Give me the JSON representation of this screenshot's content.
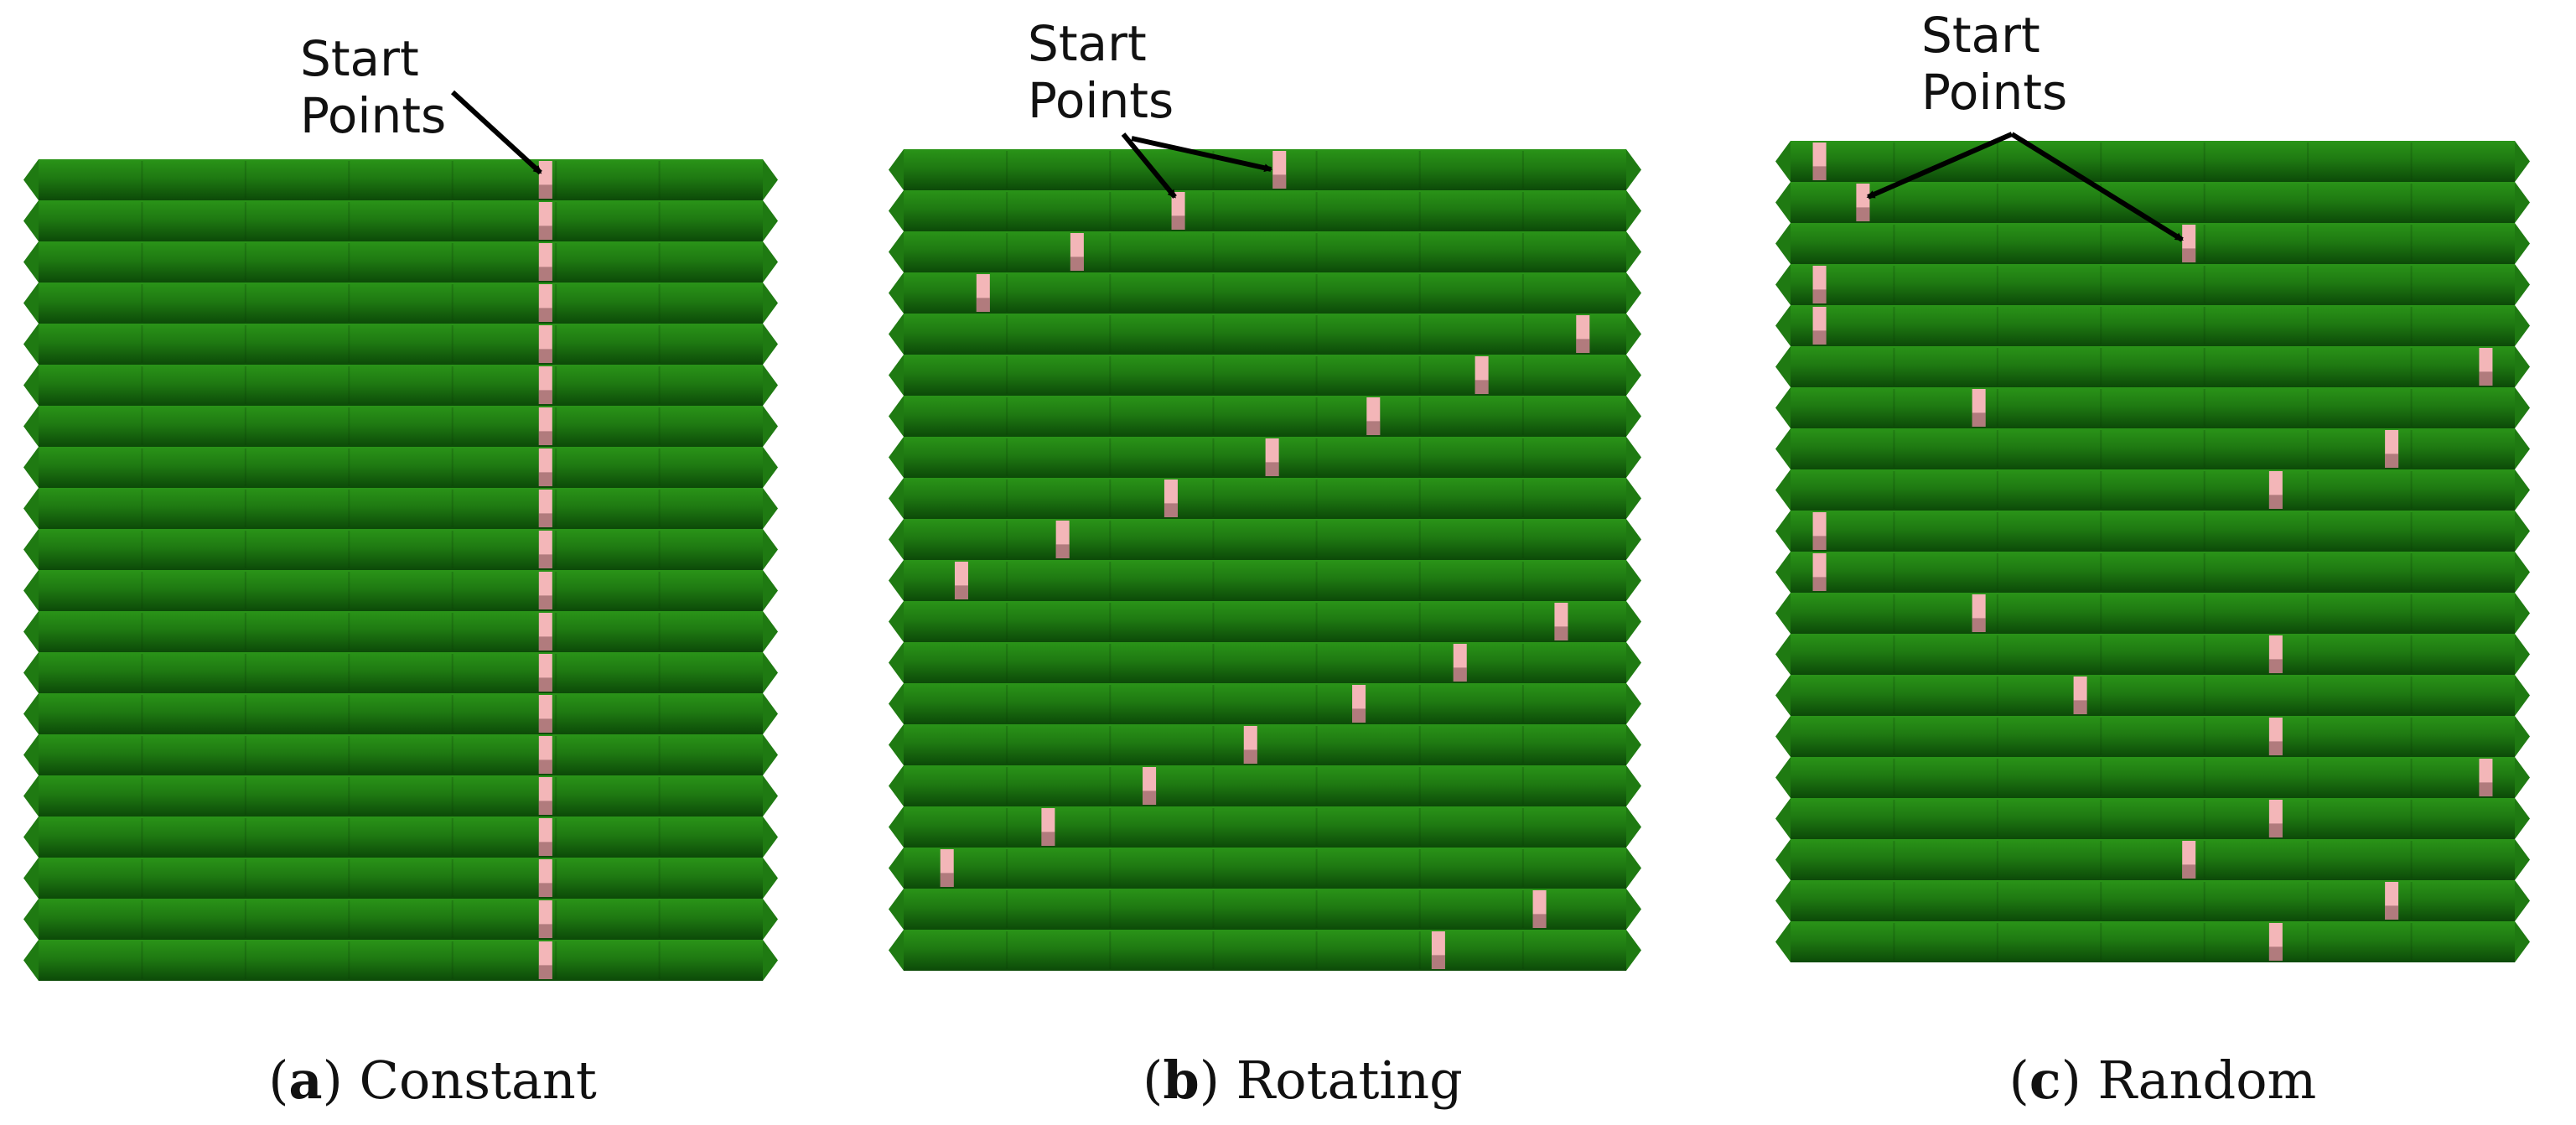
{
  "annotation": {
    "line1": "Start",
    "line2": "Points"
  },
  "colors": {
    "layer_light": "#2a9418",
    "layer_mid": "#1f7a12",
    "layer_dark": "#0c4a08",
    "start_point": "#f3b6b8",
    "start_point_shadow": "#7a4a4c",
    "arrow": "#000000"
  },
  "panels": [
    {
      "id": "a",
      "letter": "a",
      "caption": "Constant",
      "layer_count": 20,
      "start_point_positions": [
        0.7,
        0.7,
        0.7,
        0.7,
        0.7,
        0.7,
        0.7,
        0.7,
        0.7,
        0.7,
        0.7,
        0.7,
        0.7,
        0.7,
        0.7,
        0.7,
        0.7,
        0.7,
        0.7,
        0.7
      ]
    },
    {
      "id": "b",
      "letter": "b",
      "caption": "Rotating",
      "layer_count": 20,
      "start_point_positions": [
        0.52,
        0.38,
        0.24,
        0.11,
        0.94,
        0.8,
        0.65,
        0.51,
        0.37,
        0.22,
        0.08,
        0.91,
        0.77,
        0.63,
        0.48,
        0.34,
        0.2,
        0.06,
        0.88,
        0.74
      ]
    },
    {
      "id": "c",
      "letter": "c",
      "caption": "Random",
      "layer_count": 20,
      "start_point_positions": [
        0.04,
        0.1,
        0.55,
        0.04,
        0.04,
        0.96,
        0.26,
        0.83,
        0.67,
        0.04,
        0.04,
        0.26,
        0.67,
        0.4,
        0.67,
        0.96,
        0.67,
        0.55,
        0.83,
        0.67
      ]
    }
  ]
}
